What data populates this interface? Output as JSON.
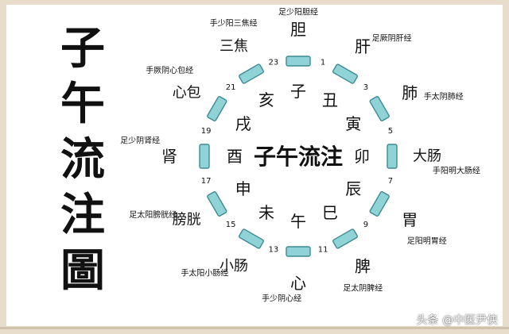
{
  "vertical_title": [
    "子",
    "午",
    "流",
    "注",
    "圖"
  ],
  "center_title": "子午流注",
  "branches": [
    "子",
    "丑",
    "寅",
    "卯",
    "辰",
    "巳",
    "午",
    "未",
    "申",
    "酉",
    "戌",
    "亥"
  ],
  "hours": [
    "23",
    "1",
    "3",
    "5",
    "7",
    "9",
    "11",
    "13",
    "15",
    "17",
    "19",
    "21"
  ],
  "organs": [
    "胆",
    "肝",
    "肺",
    "大肠",
    "胃",
    "脾",
    "心",
    "小肠",
    "膀胱",
    "肾",
    "心包",
    "三焦"
  ],
  "meridians": [
    "足少阳胆经",
    "足厥阴肝经",
    "手太阴肺经",
    "手阳明大肠经",
    "足阳明胃经",
    "足太阴脾经",
    "手少阴心经",
    "手太阳小肠经",
    "足太阳膀胱经",
    "足少阴肾经",
    "手厥阴心包经",
    "手少阳三焦经"
  ],
  "watermark": "头条 @中医尹侠",
  "colors": {
    "segment_fill": "#8fd3d6",
    "segment_stroke": "#3f8a94",
    "text": "#111111",
    "background": "#ffffff",
    "frame": "#e8dccb"
  }
}
